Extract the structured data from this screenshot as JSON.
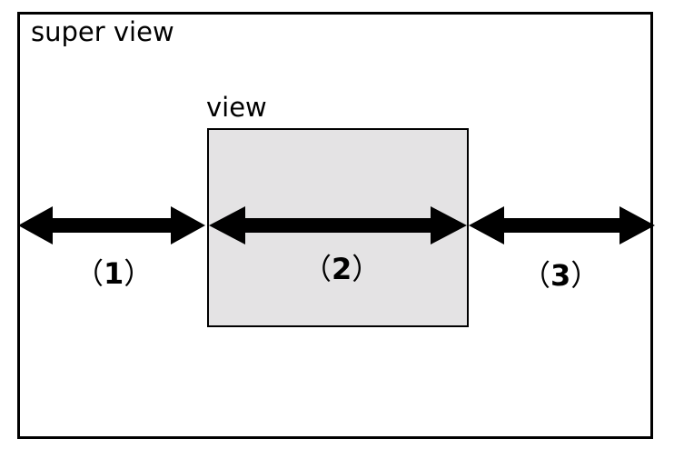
{
  "superview": {
    "label": "super view"
  },
  "view": {
    "label": "view",
    "fill": "#e4e3e4"
  },
  "measures": [
    {
      "open": "（",
      "digit": "1",
      "close": "）"
    },
    {
      "open": "（",
      "digit": "2",
      "close": "）"
    },
    {
      "open": "（",
      "digit": "3",
      "close": "）"
    }
  ],
  "colors": {
    "stroke": "#000000",
    "background": "#ffffff"
  }
}
